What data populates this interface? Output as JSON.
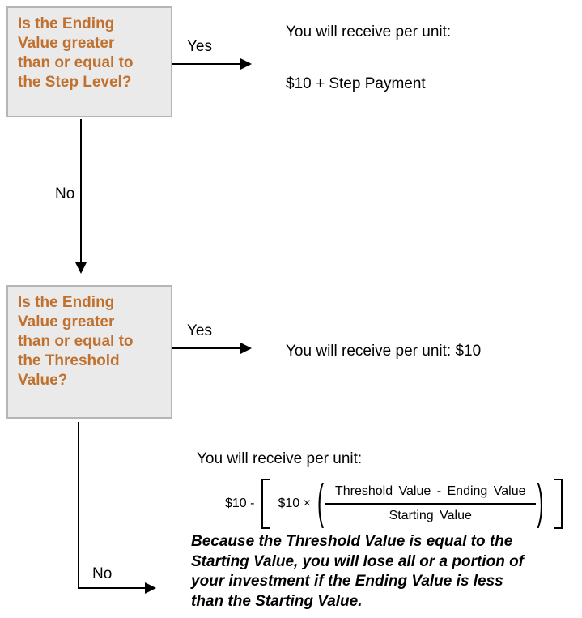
{
  "colors": {
    "box_fill": "#eaeaea",
    "box_border": "#b5b5b5",
    "question_text": "#c1712f",
    "ink": "#000000"
  },
  "decisions": {
    "step_level": {
      "question": "Is the Ending\nValue greater\nthan or equal to\nthe Step Level?"
    },
    "threshold": {
      "question": "Is the Ending\nValue greater\nthan or equal to\nthe Threshold\nValue?"
    }
  },
  "branches": {
    "yes1": "Yes",
    "no1": "No",
    "yes2": "Yes",
    "no2": "No"
  },
  "outcomes": {
    "step": {
      "intro": "You will receive per unit:",
      "payout": "$10 + Step Payment"
    },
    "par": {
      "text": "You will receive per unit: $10"
    },
    "loss": {
      "intro": "You will receive per unit:",
      "formula": {
        "lead": "$10 -",
        "factor": "$10 ×",
        "open_paren": "(",
        "numerator": "Threshold Value - Ending Value",
        "denominator": "Starting Value",
        "close_paren": ")"
      },
      "note": "Because the Threshold Value is equal to the\nStarting Value, you will lose all or a portion of\nyour investment if the Ending Value is less\nthan the Starting Value."
    }
  }
}
